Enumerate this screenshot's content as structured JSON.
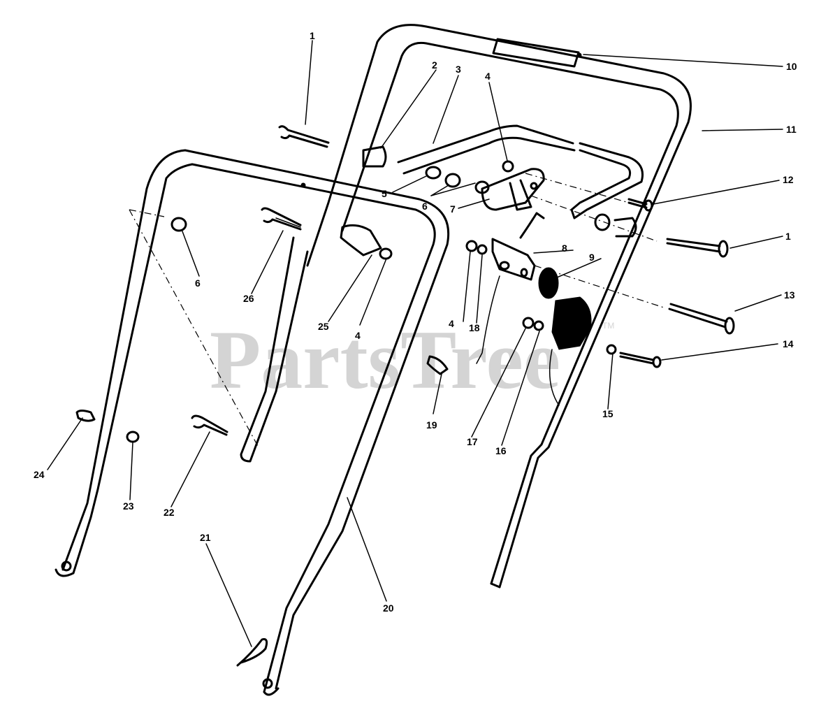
{
  "watermark": {
    "text": "PartsTree",
    "tm": "TM"
  },
  "callouts": {
    "c1a": "1",
    "c2": "2",
    "c3": "3",
    "c4a": "4",
    "c10": "10",
    "c11": "11",
    "c12": "12",
    "c5": "5",
    "c6a": "6",
    "c7": "7",
    "c6b": "6",
    "c26": "26",
    "c25": "25",
    "c4b": "4",
    "c8": "8",
    "c9": "9",
    "c1b": "1",
    "c13": "13",
    "c4c": "4",
    "c18": "18",
    "c14": "14",
    "c15": "15",
    "c19": "19",
    "c17": "17",
    "c16": "16",
    "c24": "24",
    "c23": "23",
    "c22": "22",
    "c21": "21",
    "c20": "20"
  }
}
